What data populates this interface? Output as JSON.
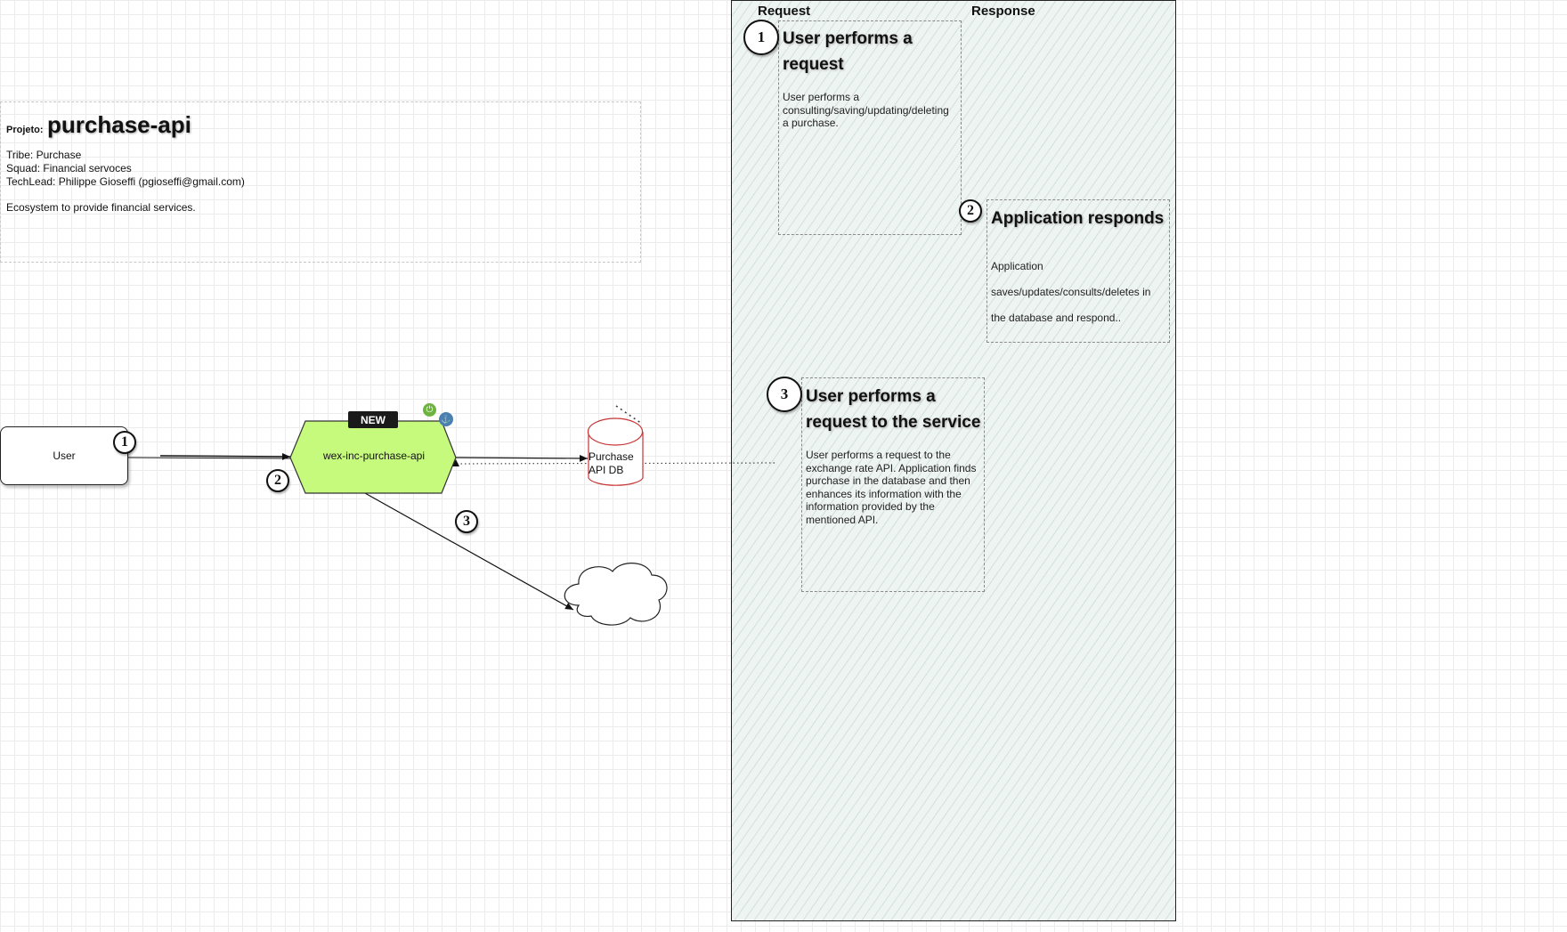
{
  "project": {
    "prefix": "Projeto:",
    "name": "purchase-api",
    "tribe": "Tribe: Purchase",
    "squad": "Squad: Financial servoces",
    "techlead": "TechLead: Philippe Gioseffi (pgioseffi@gmail.com)",
    "description": "Ecosystem to provide financial services."
  },
  "diagram": {
    "user_label": "User",
    "service_label": "wex-inc-purchase-api",
    "service_badge": "NEW",
    "database_label": "Purchase API DB",
    "badges": [
      "1",
      "2",
      "3"
    ],
    "icons": [
      "power-icon",
      "docker-icon",
      "cloud-icon",
      "database-icon"
    ]
  },
  "lane": {
    "headers": {
      "request": "Request",
      "response": "Response"
    },
    "steps": [
      {
        "number": "1",
        "title": "User performs a request",
        "description": "User performs a consulting/saving/updating/deleting a purchase."
      },
      {
        "number": "2",
        "title": "Application responds",
        "description": "Application saves/updates/consults/deletes in the database and respond.."
      },
      {
        "number": "3",
        "title": "User performs a request to the service",
        "description": "User performs a request to the exchange rate API. Application finds purchase in the database and then enhances its information with the information provided by the mentioned API."
      }
    ]
  }
}
